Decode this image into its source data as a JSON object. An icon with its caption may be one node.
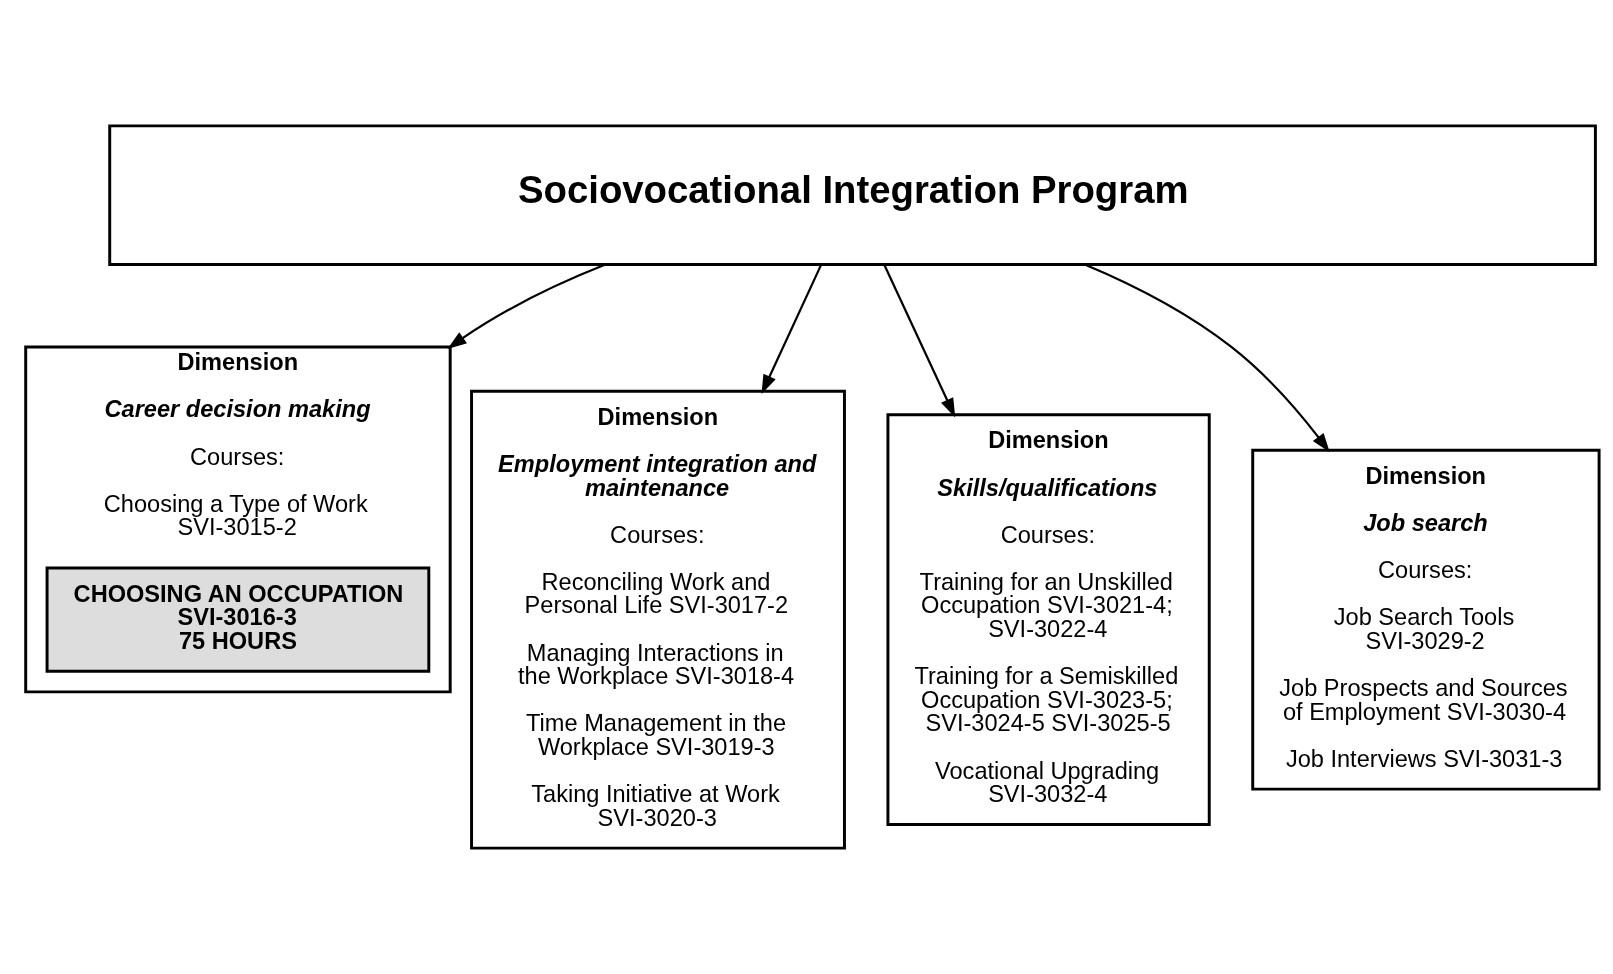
{
  "diagram": {
    "nodes": [
      {
        "text": [
          "Sociovocational Integration Program"
        ]
      },
      {
        "text": [
          "Dimension",
          "Career decision making",
          "Courses:",
          "Choosing a Type of Work SVI-3015-2"
        ]
      },
      {
        "text": [
          "CHOOSING AN OCCUPATION",
          "SVI-3016-3",
          "75 HOURS"
        ],
        "in": 1
      },
      {
        "text": [
          "Dimension",
          "Employment integration and maintenance",
          "Courses:",
          "Reconciling Work and Personal Life SVI-3017-2",
          "Managing Interactions in the Workplace SVI-3018-4",
          "Time Management in the Workplace SVI-3019-3",
          "Taking Initiative at Work SVI-3020-3"
        ]
      },
      {
        "text": [
          "Dimension",
          "Skills/qualifications",
          "Courses:",
          "Training for an Unskilled Occupation SVI-3021-4; SVI-3022-4",
          "Training for a Semiskilled Occupation SVI-3023-5; SVI-3024-5 SVI-3025-5",
          "Vocational Upgrading SVI-3032-4"
        ]
      },
      {
        "text": [
          "Dimension",
          "Job search",
          "Courses:",
          "Job Search Tools SVI-3029-2",
          "Job Prospects and Sources of Employment SVI-3030-4",
          "Job Interviews SVI-3031-3"
        ]
      }
    ],
    "edges": [
      {
        "from": 0,
        "to": 1,
        "arrow": "to"
      },
      {
        "from": 0,
        "to": 3,
        "arrow": "to"
      },
      {
        "from": 0,
        "to": 4,
        "arrow": "to"
      },
      {
        "from": 0,
        "to": 5,
        "arrow": "to"
      }
    ]
  }
}
